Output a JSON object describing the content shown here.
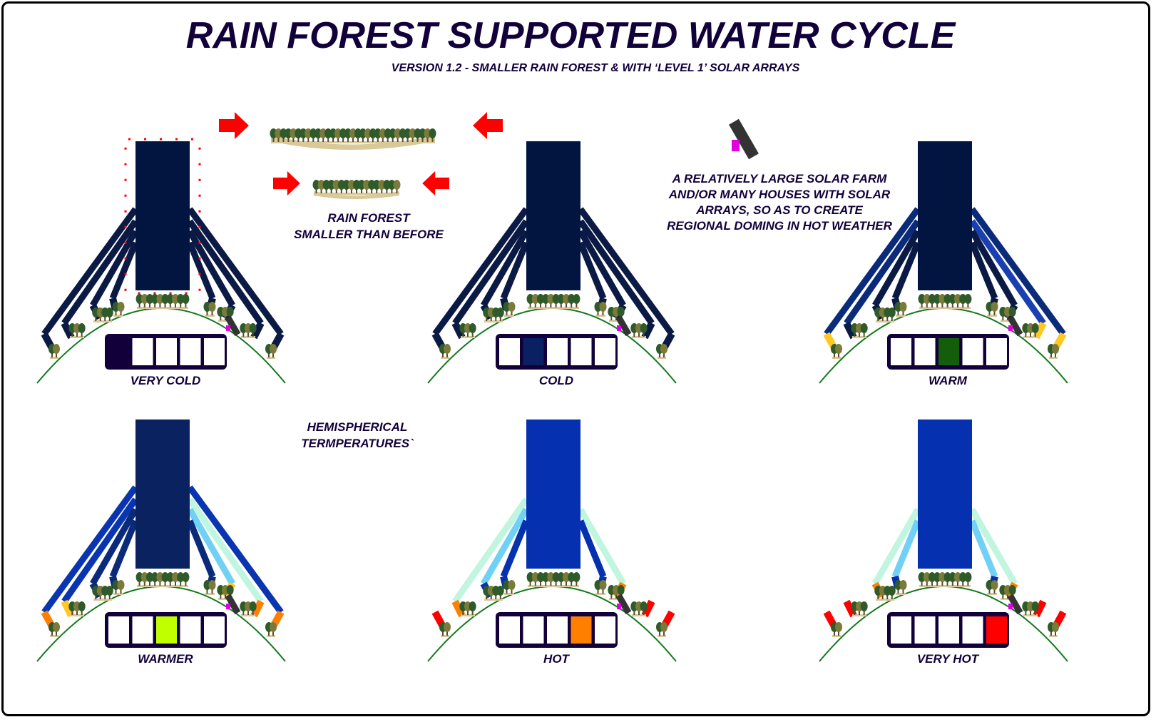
{
  "title": "RAIN FOREST SUPPORTED WATER CYCLE",
  "subtitle": "VERSION 1.2 - SMALLER RAIN FOREST & WITH ‘LEVEL 1’ SOLAR ARRAYS",
  "forest_note": [
    "RAIN FOREST",
    "SMALLER THAN BEFORE"
  ],
  "solar_note": [
    "A RELATIVELY LARGE SOLAR FARM",
    "AND/OR MANY HOUSES WITH SOLAR",
    "ARRAYS, SO AS TO CREATE",
    "REGIONAL DOMING IN HOT WEATHER"
  ],
  "hemi_note": [
    "HEMISPHERICAL",
    "TERMPERATURES`"
  ],
  "colors": {
    "text": "#12003a",
    "arrow": "#ff0000",
    "ground": "#137a1e",
    "solar": "#333333",
    "solar_mark": "#e000e0",
    "tree": "#2f5a2a"
  },
  "panels": [
    {
      "label": "VERY COLD",
      "column": "#021540",
      "gauge_level": 1,
      "gauge_color": "#12003a",
      "highlight": true,
      "arms_left": [
        {
          "body": "#0a1a44",
          "tip": "#0a1a44"
        },
        {
          "body": "#0a1a44",
          "tip": "#0a1a44"
        },
        {
          "body": "#0a1a44",
          "tip": "#0a1a44"
        },
        {
          "body": "#0a1a44",
          "tip": "#0a1a44"
        }
      ],
      "arms_right": [
        {
          "body": "#0a1a44",
          "tip": "#0a1a44"
        },
        {
          "body": "#0a1a44",
          "tip": "#0a1a44"
        },
        {
          "body": "#0a1a44",
          "tip": "#0a1a44"
        },
        {
          "body": "#0a1a44",
          "tip": "#0a1a44"
        }
      ]
    },
    {
      "label": "COLD",
      "column": "#021540",
      "gauge_level": 2,
      "gauge_color": "#0a2060",
      "highlight": false,
      "arms_left": [
        {
          "body": "#0a1a44",
          "tip": "#0a1a44"
        },
        {
          "body": "#0a1a44",
          "tip": "#0a1a44"
        },
        {
          "body": "#0a1a44",
          "tip": "#0a1a44"
        },
        {
          "body": "#0a1a44",
          "tip": "#0a1a44"
        }
      ],
      "arms_right": [
        {
          "body": "#0a1a44",
          "tip": "#0a1a44"
        },
        {
          "body": "#0a1a44",
          "tip": "#0a1a44"
        },
        {
          "body": "#0a1a44",
          "tip": "#0a1a44"
        },
        {
          "body": "#0a1a44",
          "tip": "#0a1a44"
        }
      ]
    },
    {
      "label": "WARM",
      "column": "#021540",
      "gauge_level": 3,
      "gauge_color": "#135d0b",
      "highlight": false,
      "arms_left": [
        {
          "body": "#0a2a7a",
          "tip": "#ffc825"
        },
        {
          "body": "#0a2a7a",
          "tip": "#0a1a44"
        },
        {
          "body": "#0a1a44",
          "tip": "#0a1a44"
        },
        {
          "body": "#0a1a44",
          "tip": "#0a1a44"
        }
      ],
      "arms_right": [
        {
          "body": "#0a2a7a",
          "tip": "#ffc825"
        },
        {
          "body": "#1a3fb0",
          "tip": "#ffc825"
        },
        {
          "body": "#0a1a44",
          "tip": "#0a1a44"
        },
        {
          "body": "#0a1a44",
          "tip": "#0a1a44"
        }
      ]
    },
    {
      "label": "WARMER",
      "column": "#0a2260",
      "gauge_level": 3,
      "gauge_color": "#c0ff00",
      "highlight": false,
      "arms_left": [
        {
          "body": "#0a35b0",
          "tip": "#ff8000"
        },
        {
          "body": "#0a35b0",
          "tip": "#ffc825"
        },
        {
          "body": "#0a2a7a",
          "tip": "#0a2a7a"
        },
        {
          "body": "#0a2a7a",
          "tip": "#0a2a7a"
        }
      ],
      "arms_right": [
        {
          "body": "#0a35b0",
          "tip": "#ff8000"
        },
        {
          "body": "#c0f5e0",
          "tip": "#ff8000"
        },
        {
          "body": "#70d0f5",
          "tip": "#ffc825"
        },
        {
          "body": "#0a2a7a",
          "tip": "#0a2a7a"
        }
      ]
    },
    {
      "label": "HOT",
      "column": "#0530b0",
      "gauge_level": 4,
      "gauge_color": "#ff8000",
      "highlight": false,
      "arms_left": [
        {
          "body": null,
          "tip": "#ff0000"
        },
        {
          "body": "#c0f5e0",
          "tip": "#ff8000"
        },
        {
          "body": "#70d0f5",
          "tip": "#0530b0"
        },
        {
          "body": "#0530b0",
          "tip": "#0530b0"
        }
      ],
      "arms_right": [
        {
          "body": null,
          "tip": "#ff0000"
        },
        {
          "body": null,
          "tip": "#ff0000"
        },
        {
          "body": "#c0f5e0",
          "tip": "#ff8000"
        },
        {
          "body": "#0530b0",
          "tip": "#0530b0"
        }
      ]
    },
    {
      "label": "VERY HOT",
      "column": "#0530b0",
      "gauge_level": 5,
      "gauge_color": "#ff0000",
      "highlight": false,
      "arms_left": [
        {
          "body": null,
          "tip": "#ff0000"
        },
        {
          "body": null,
          "tip": "#ff0000"
        },
        {
          "body": "#c0f5e0",
          "tip": "#ff8000"
        },
        {
          "body": "#70d0f5",
          "tip": "#0530b0"
        }
      ],
      "arms_right": [
        {
          "body": null,
          "tip": "#ff0000"
        },
        {
          "body": null,
          "tip": "#ff0000"
        },
        {
          "body": "#c0f5e0",
          "tip": "#ff8000"
        },
        {
          "body": "#70d0f5",
          "tip": "#0530b0"
        }
      ]
    }
  ]
}
